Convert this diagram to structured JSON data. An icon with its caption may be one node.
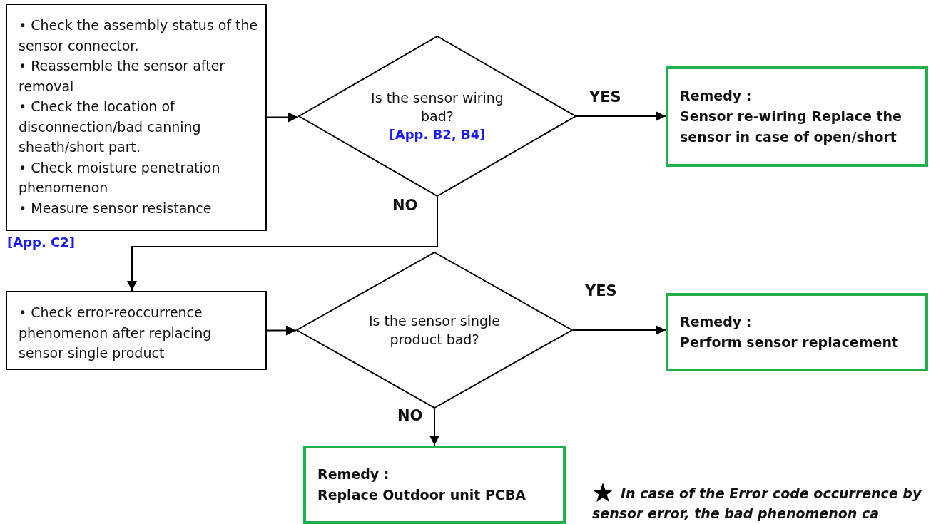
{
  "diagram": {
    "nodes": [
      {
        "text": [
          "• Check the assembly status of the sensor connector.",
          "• Reassemble the sensor after removal",
          "• Check the location of disconnection/bad canning sheath/short part.",
          "• Check moisture penetration phenomenon",
          "• Measure sensor resistance"
        ],
        "beside": [
          "[App. C2]"
        ]
      },
      {
        "text": [
          "Is the sensor wiring bad?",
          "[App. B2, B4]"
        ]
      },
      {
        "text": [
          "Remedy :",
          "Sensor re-wiring Replace the sensor in case of open/short"
        ]
      },
      {
        "text": [
          "• Check error-reoccurrence phenomenon after replacing sensor single product"
        ]
      },
      {
        "text": [
          "Is the sensor single product bad?"
        ]
      },
      {
        "text": [
          "Remedy :",
          "Perform sensor replacement"
        ]
      },
      {
        "text": [
          "Remedy :",
          "Replace Outdoor unit PCBA"
        ]
      }
    ],
    "edges": [
      {
        "from": 0,
        "to": 1,
        "arrow": "to"
      },
      {
        "from": 1,
        "to": 2,
        "arrow": "to",
        "label": "YES"
      },
      {
        "from": 1,
        "to": 3,
        "arrow": "to",
        "label": "NO"
      },
      {
        "from": 3,
        "to": 4,
        "arrow": "to"
      },
      {
        "from": 4,
        "to": 5,
        "arrow": "to",
        "label": "YES"
      },
      {
        "from": 4,
        "to": 6,
        "arrow": "to",
        "label": "NO"
      }
    ],
    "labels": [
      "In case of the Error code occurrence by sensor error, the bad phenomenon ca"
    ]
  }
}
